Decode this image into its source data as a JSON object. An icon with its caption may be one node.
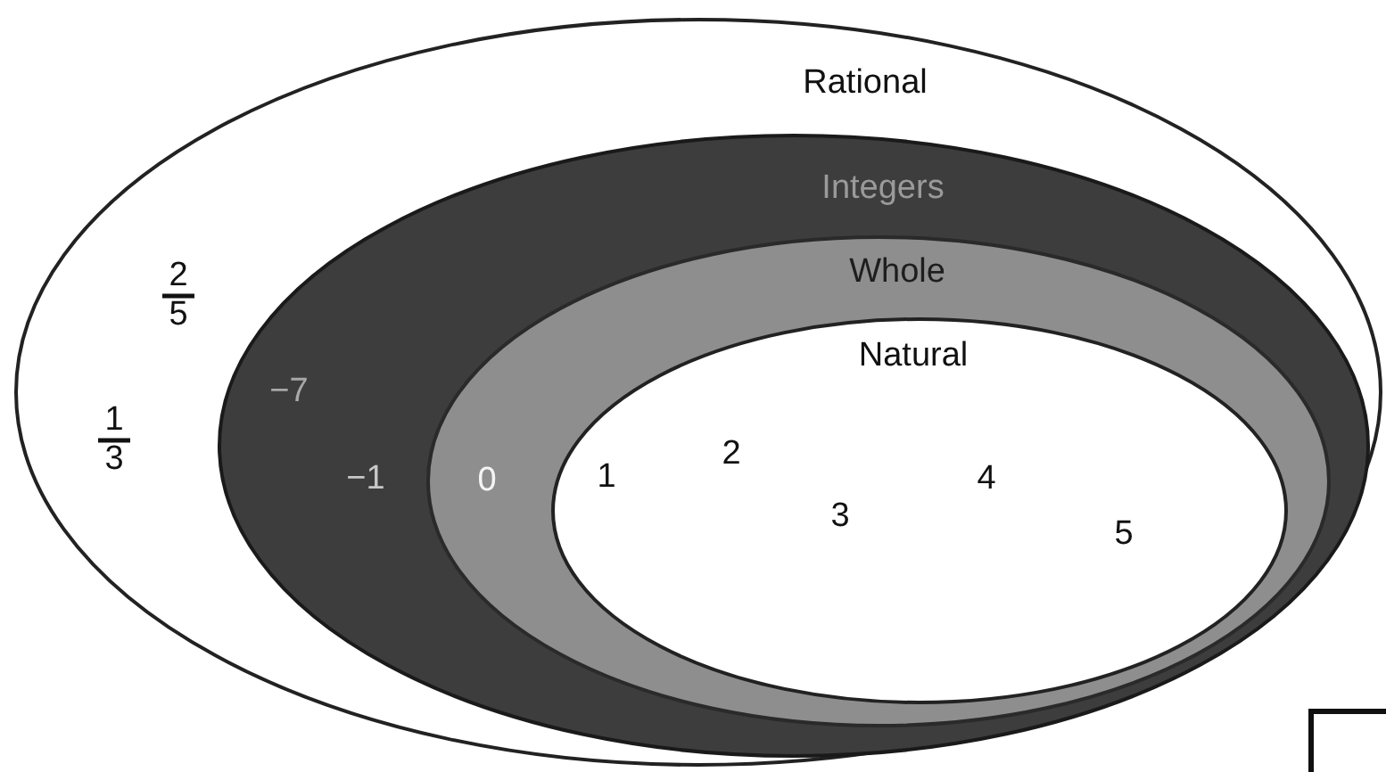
{
  "diagram": {
    "nodes": [
      {
        "text": [
          "Rational",
          "2",
          "5",
          "1",
          "3"
        ]
      },
      {
        "text": [
          "Integers",
          "−7",
          "−1"
        ],
        "in": 0
      },
      {
        "text": [
          "Whole",
          "0"
        ],
        "in": 1
      },
      {
        "text": [
          "Natural",
          "1",
          "2",
          "3",
          "4",
          "5"
        ],
        "in": 2
      }
    ]
  }
}
